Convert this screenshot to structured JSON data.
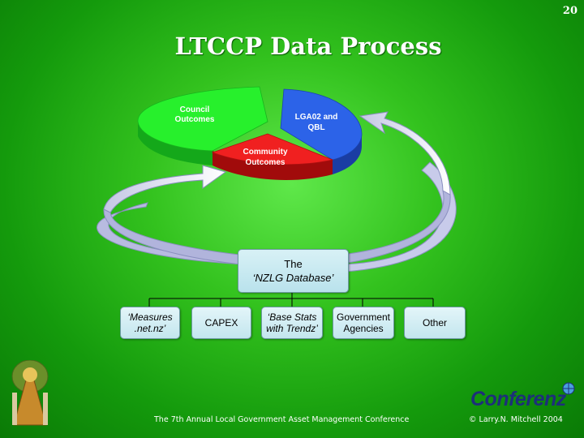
{
  "slide": {
    "page_number": "20",
    "title": "LTCCP Data Process"
  },
  "pie": {
    "slices": [
      {
        "label_line1": "Council",
        "label_line2": "Outcomes",
        "color": "#22ee2a"
      },
      {
        "label_line1": "LGA02 and",
        "label_line2": "QBL",
        "color": "#2a5fe0"
      },
      {
        "label_line1": "Community",
        "label_line2": "Outcomes",
        "color": "#ee1c1c"
      }
    ]
  },
  "database": {
    "line1": "The",
    "line2": "‘NZLG Database’"
  },
  "sources": [
    {
      "line1": "‘Measures",
      "line2": ".net.nz’"
    },
    {
      "line1": "CAPEX",
      "line2": ""
    },
    {
      "line1": "‘Base Stats",
      "line2": "with Trendz’"
    },
    {
      "line1": "Government",
      "line2": "Agencies"
    },
    {
      "line1": "Other",
      "line2": ""
    }
  ],
  "footer": {
    "conference": "The 7th Annual Local Government Asset Management Conference",
    "copyright": "© Larry.N. Mitchell 2004",
    "brand": "Conferenz"
  }
}
